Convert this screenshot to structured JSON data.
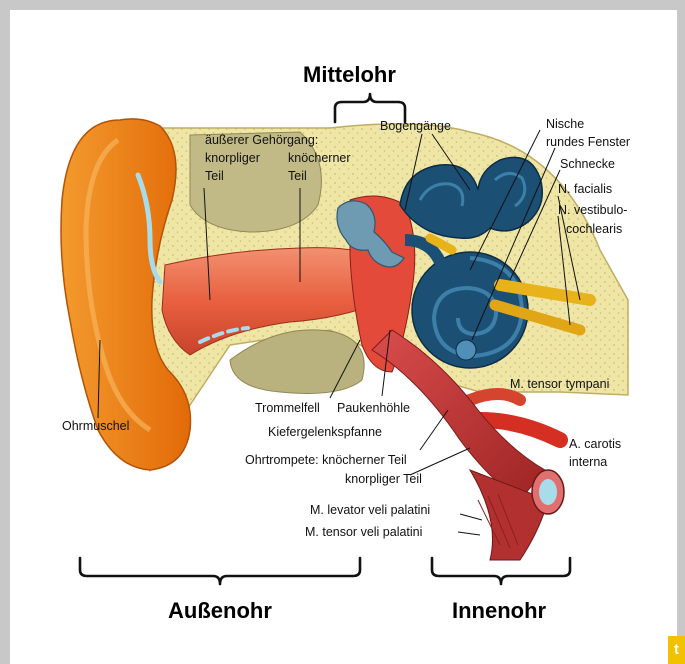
{
  "headings": {
    "middle_ear": "Mittelohr",
    "outer_ear": "Außenohr",
    "inner_ear": "Innenohr"
  },
  "labels": {
    "outer_canal_line1": "äußerer Gehörgang:",
    "outer_canal_line2": "knorpliger",
    "outer_canal_line3": "Teil",
    "bony_line1": "knöcherner",
    "bony_line2": "Teil",
    "semicircular": "Bogengänge",
    "niche_line1": "Nische",
    "niche_line2": "rundes Fenster",
    "cochlea": "Schnecke",
    "facial": "N. facialis",
    "vestibulo_line1": "N. vestibulo-",
    "vestibulo_line2": "cochlearis",
    "auricle": "Ohrmuschel",
    "eardrum": "Trommelfell",
    "tympanic_cavity": "Paukenhöhle",
    "jaw_socket": "Kiefergelenkspfanne",
    "tensor_tympani": "M. tensor tympani",
    "carotid_line1": "A. carotis",
    "carotid_line2": "interna",
    "tube_bony": "Ohrtrompete: knöcherner Teil",
    "tube_cartilage": "knorpliger Teil",
    "levator": "M. levator veli palatini",
    "tensor_veli": "M. tensor veli palatini"
  },
  "corner_tab": "t",
  "colors": {
    "auricle": "#f07a0c",
    "auricle_light": "#f9a13a",
    "bone": "#efe6a6",
    "bone_dots": "#c9bd78",
    "canal": "#e55a3c",
    "canal_light": "#f08a6a",
    "cochlea": "#1c4f74",
    "cochlea_light": "#3c7fa8",
    "nerve": "#e8b21a",
    "muscle": "#c73a3a",
    "jaw": "#b5ad7a"
  }
}
